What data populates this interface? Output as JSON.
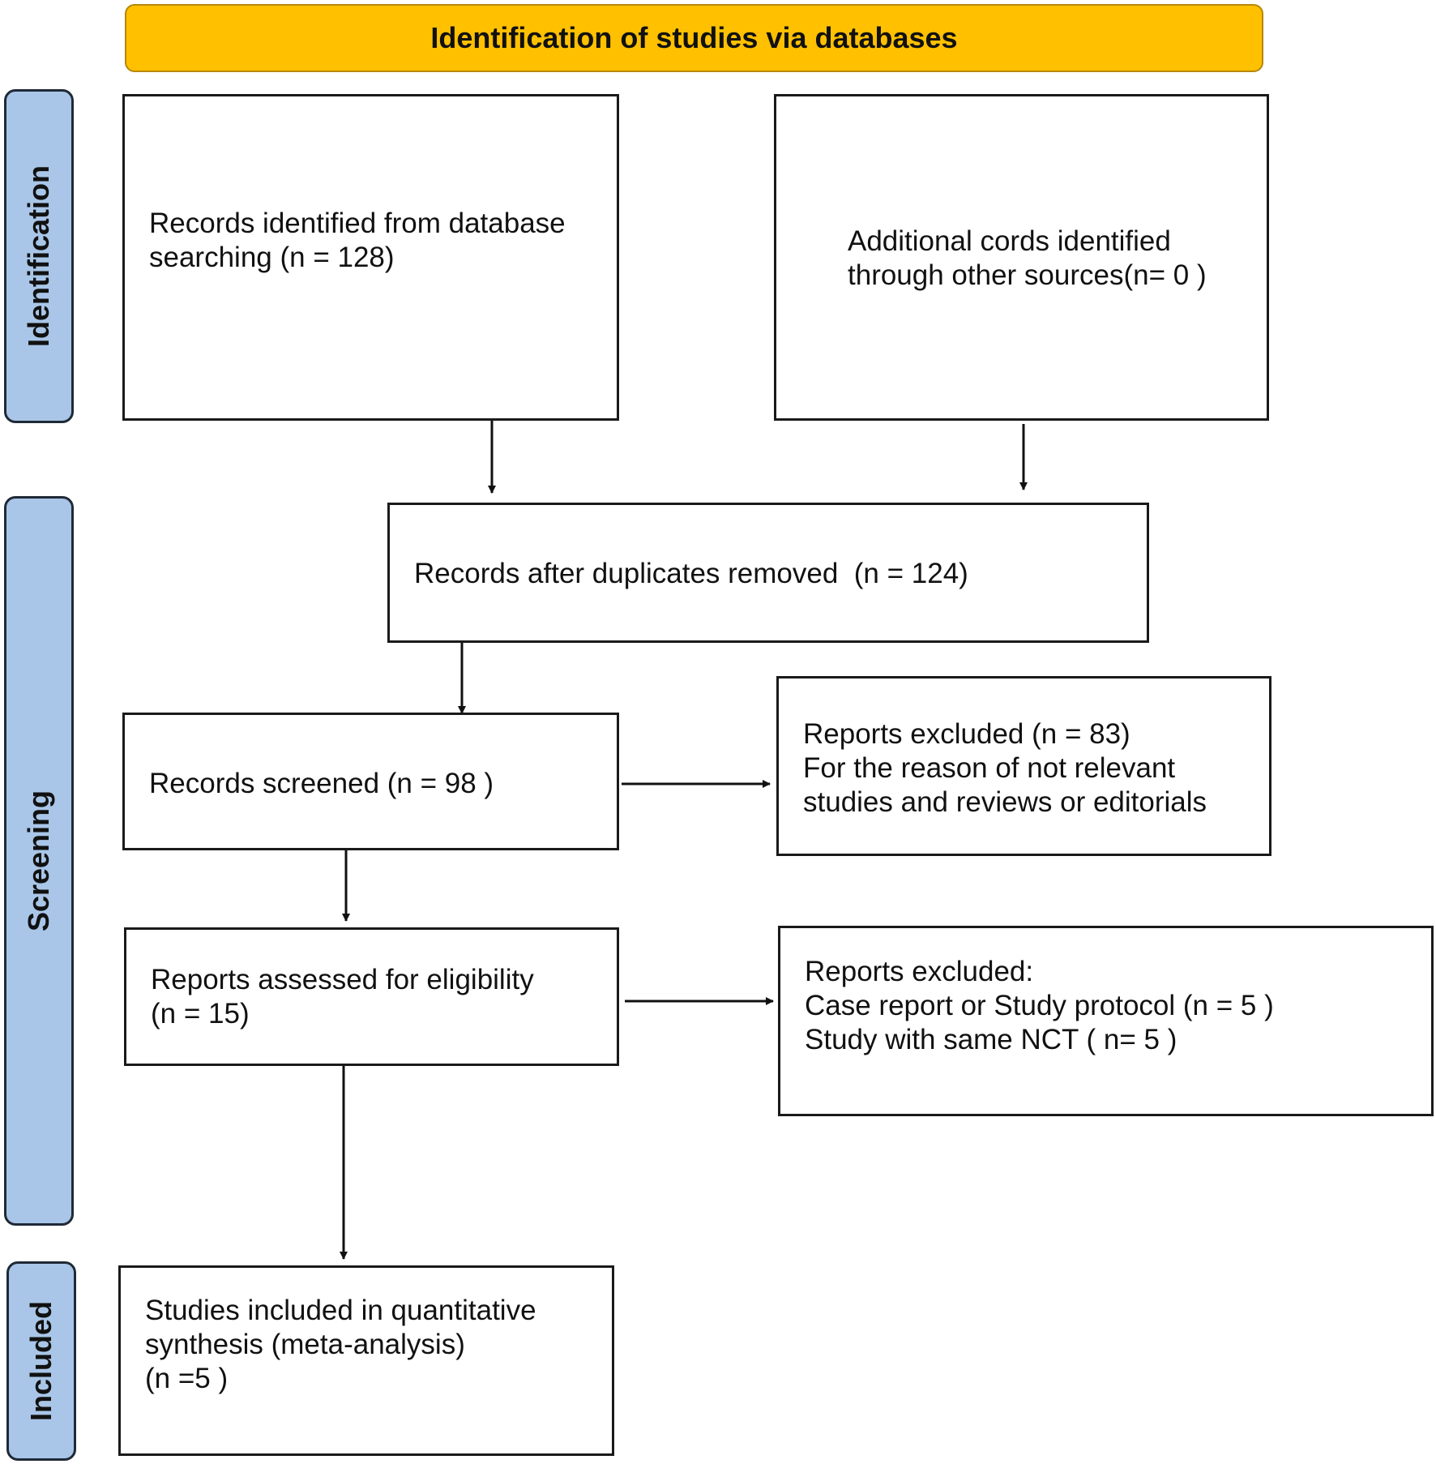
{
  "header": {
    "title": "Identification of studies via databases"
  },
  "phases": {
    "identification": "Identification",
    "screening": "Screening",
    "included": "Included"
  },
  "boxes": {
    "database_records": [
      "Records identified from database",
      "searching (n = 128)"
    ],
    "other_sources": [
      "Additional cords identified",
      "through other sources(n= 0 )"
    ],
    "after_duplicates": [
      "Records after duplicates removed  (n = 124)"
    ],
    "screened": [
      "Records screened (n = 98 )"
    ],
    "excluded_screening": [
      "Reports excluded (n = 83)",
      "For the reason of not relevant",
      "studies and reviews or editorials"
    ],
    "eligibility": [
      "Reports assessed for eligibility",
      "(n = 15)"
    ],
    "excluded_eligibility": [
      "Reports excluded:",
      "Case report or Study protocol (n = 5 )",
      "Study with same NCT ( n= 5 )"
    ],
    "included": [
      "Studies included in quantitative",
      "synthesis (meta-analysis)",
      "(n =5 )"
    ]
  }
}
